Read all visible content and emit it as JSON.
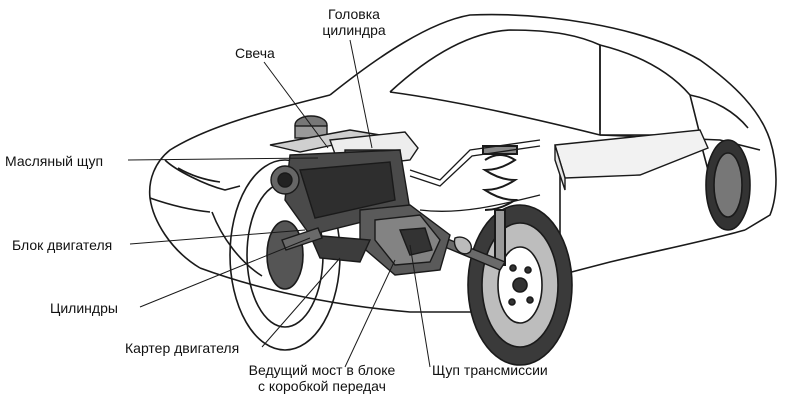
{
  "diagram": {
    "labels": {
      "cylinder_head": [
        "Головка",
        "цилиндра"
      ],
      "spark_plug": "Свеча",
      "oil_dipstick": "Масляный щуп",
      "engine_block": "Блок двигателя",
      "cylinders": "Цилиндры",
      "crankcase": "Картер двигателя",
      "transaxle": [
        "Ведущий мост в блоке",
        "с коробкой передач"
      ],
      "transmission_dipstick": "Щуп трансмиссии"
    },
    "colors": {
      "line": "#1a1a1a",
      "fill_dark": "#3a3a3a",
      "fill_mid": "#8a8a8a",
      "fill_light": "#d9d9d9"
    }
  }
}
